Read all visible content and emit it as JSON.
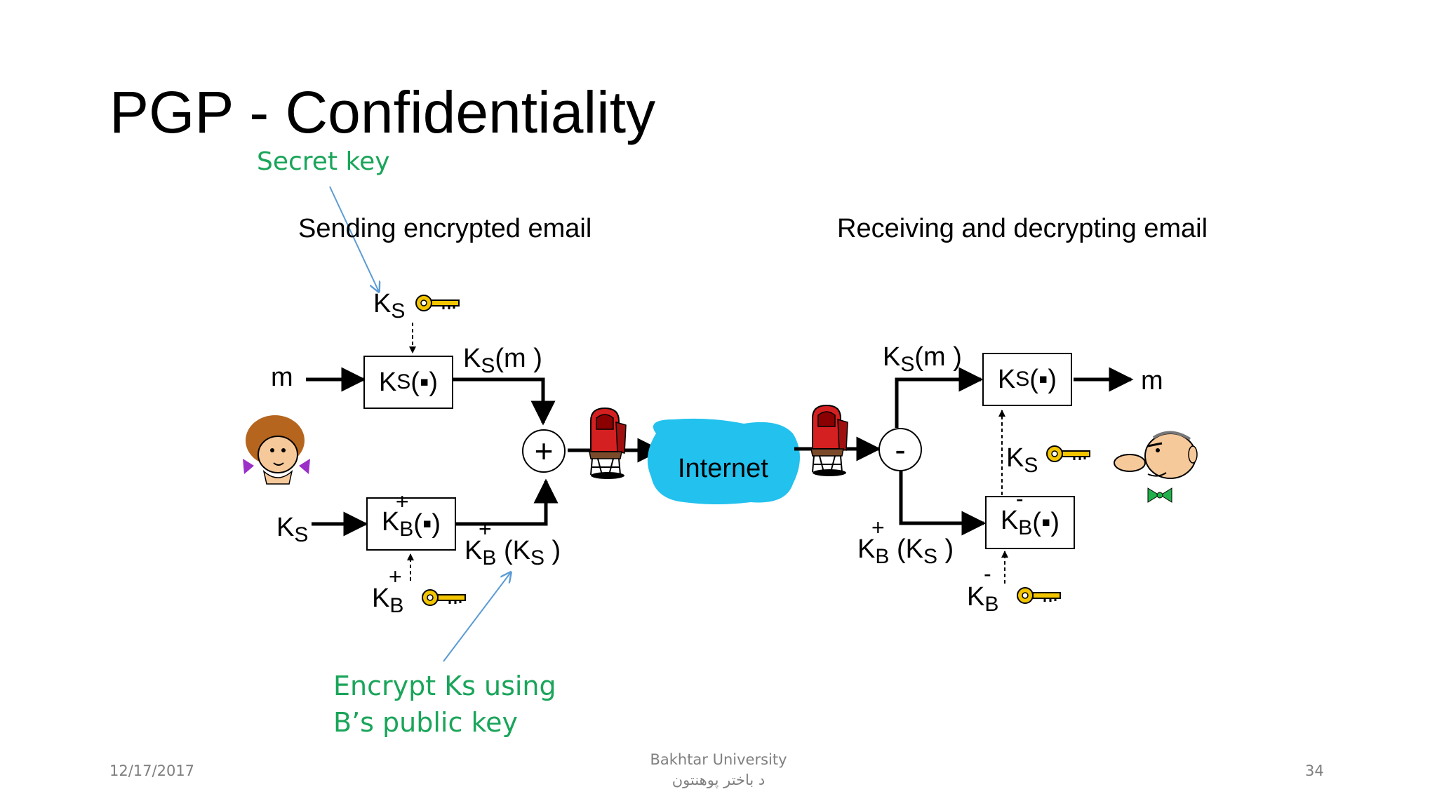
{
  "slide": {
    "title": "PGP - Confidentiality",
    "annotations": {
      "secret_key": "Secret key",
      "encrypt_line1": "Encrypt Ks using",
      "encrypt_line2": "B’s public key"
    },
    "sending_heading": "Sending encrypted email",
    "receiving_heading": "Receiving and decrypting email",
    "internet_label": "Internet",
    "sender": {
      "message": "m",
      "session_key": "K",
      "session_key_sub": "S",
      "box_ks": {
        "main": "K",
        "sub": "S",
        "tail": "(▪)"
      },
      "box_kb": {
        "main": "K",
        "sub": "B",
        "sup": "+",
        "tail": "(▪)"
      },
      "ks_m": {
        "main": "K",
        "sub": "S",
        "tail": "(m )"
      },
      "kb_ks": {
        "main": "K",
        "sub": "B",
        "sup": "+",
        "mid": "(K",
        "sub2": "S",
        "tail": " )"
      },
      "key_ks": {
        "main": "K",
        "sub": "S"
      },
      "key_kb": {
        "main": "K",
        "sub": "B",
        "sup": "+"
      },
      "combine_symbol": "+"
    },
    "receiver": {
      "message": "m",
      "ks_m": {
        "main": "K",
        "sub": "S",
        "tail": "(m )"
      },
      "box_ks": {
        "main": "K",
        "sub": "S",
        "tail": "(▪)"
      },
      "box_kb": {
        "main": "K",
        "sub": "B",
        "sup": "-",
        "tail": "(▪)"
      },
      "kb_ks": {
        "main": "K",
        "sub": "B",
        "sup": "+",
        "mid": "(K",
        "sub2": "S",
        "tail": " )"
      },
      "key_ks": {
        "main": "K",
        "sub": "S"
      },
      "key_kb": {
        "main": "K",
        "sub": "B",
        "sup": "-"
      },
      "split_symbol": "-"
    },
    "footer": {
      "date": "12/17/2017",
      "university": "Bakhtar University",
      "university_local": "د باختر پوهنتون",
      "page": "34"
    },
    "colors": {
      "annotation_green": "#1aa55a",
      "pointer_blue": "#5b9bd5",
      "internet_cloud": "#22c1ee",
      "mailbox_red": "#d42020",
      "key_gold": "#f2c500"
    },
    "icons": [
      "alice-icon",
      "bob-icon",
      "key-icon",
      "mailbox-icon",
      "cloud-icon"
    ]
  }
}
